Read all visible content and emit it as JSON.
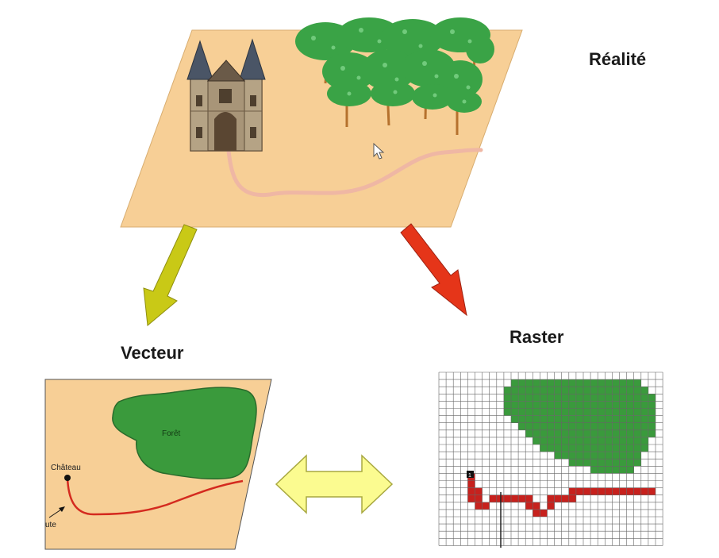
{
  "headings": {
    "reality": "Réalité",
    "vector": "Vecteur",
    "raster": "Raster"
  },
  "vector_map": {
    "forest_label": "Forêt",
    "castle_label": "Château",
    "route_label": "ute"
  },
  "raster_map": {
    "cell_marker": "1"
  },
  "colors": {
    "ground": "#f7cf96",
    "forest": "#3a9a3c",
    "arrow_vector": "#c9c916",
    "arrow_raster": "#e53519",
    "road_vector": "#d42a1f",
    "road_raster": "#c7211d",
    "double_arrow": "#fbfb90"
  }
}
